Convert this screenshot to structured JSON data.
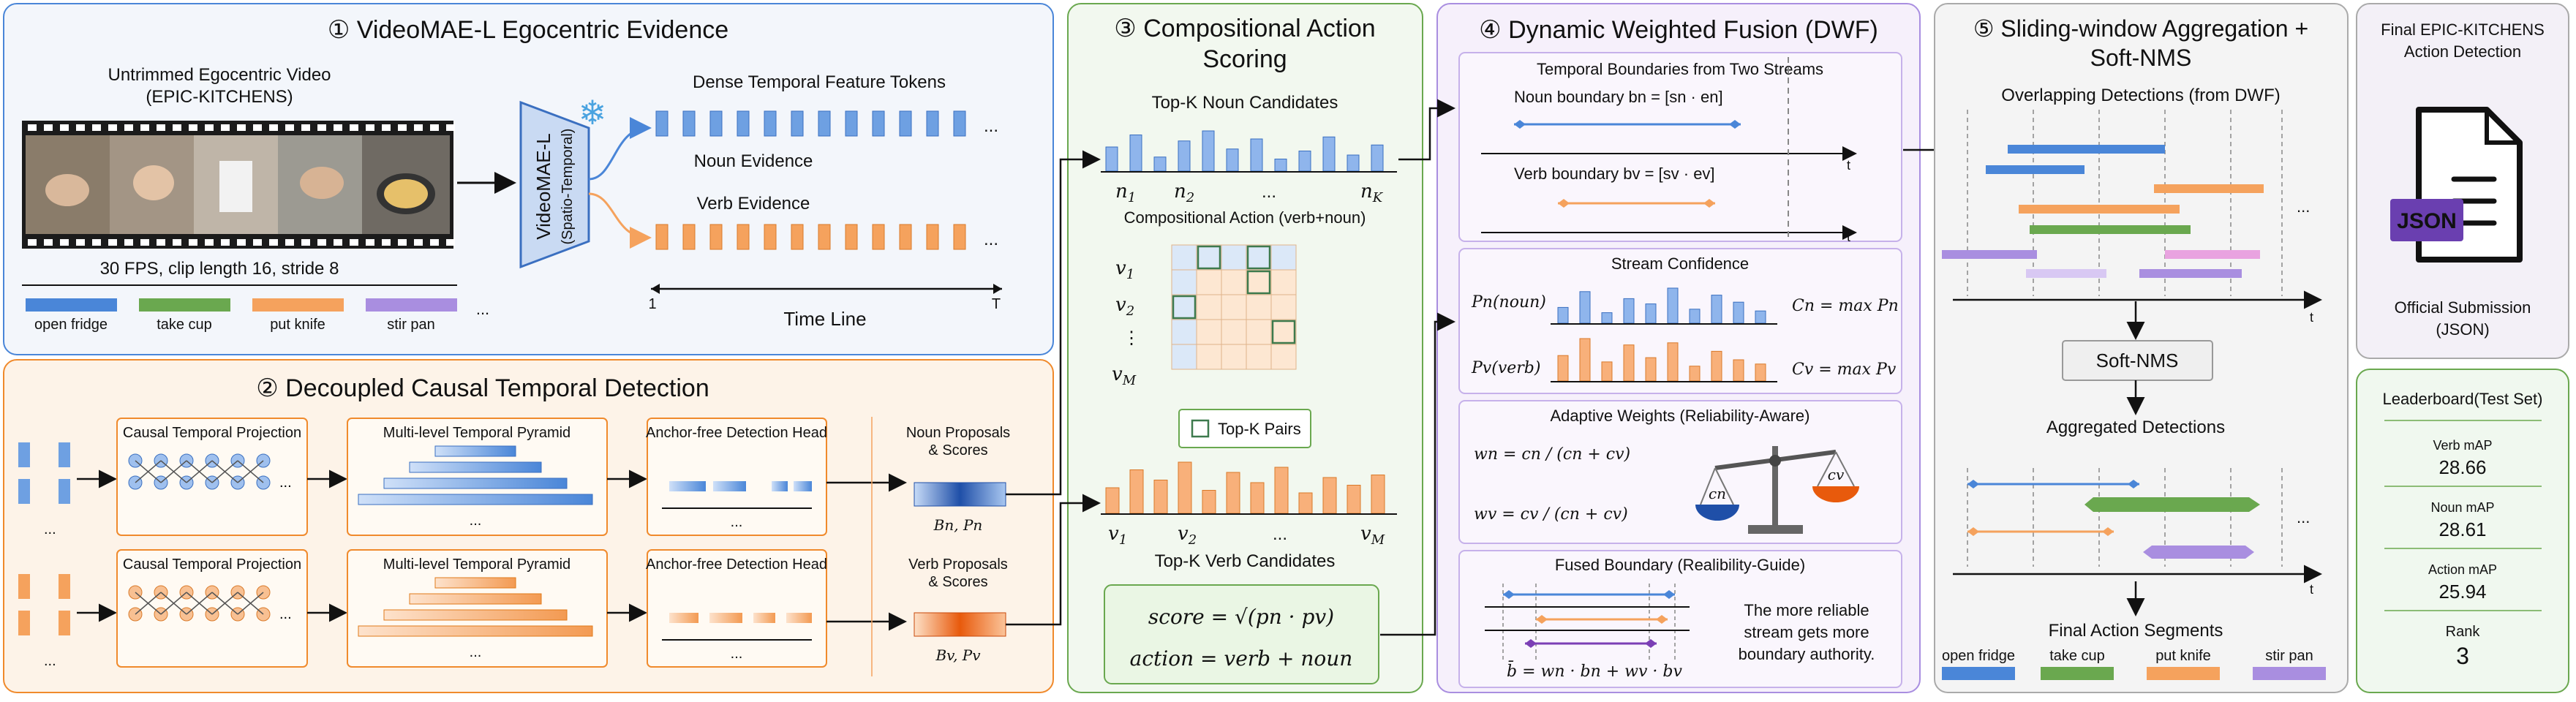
{
  "panel1": {
    "title": "① VideoMAE-L Egocentric Evidence",
    "video_title_1": "Untrimmed Egocentric Video",
    "video_title_2": "(EPIC-KITCHENS)",
    "video_caption": "30 FPS, clip length 16, stride 8",
    "encoder_label_1": "VideoMAE-L",
    "encoder_label_2": "(Spatio-Temporal)",
    "tokens_title": "Dense Temporal Feature Tokens",
    "noun_evidence": "Noun Evidence",
    "verb_evidence": "Verb Evidence",
    "timeline_start": "1",
    "timeline_end": "T",
    "timeline_label": "Time Line",
    "ellipsis": "...",
    "legend": [
      "open fridge",
      "take cup",
      "put knife",
      "stir pan"
    ]
  },
  "panel2": {
    "title": "② Decoupled Causal Temporal Detection",
    "projection_label": "Causal Temporal Projection",
    "pyramid_label": "Multi-level Temporal Pyramid",
    "head_label": "Anchor-free Detection Head",
    "noun_proposals": "Noun Proposals & Scores",
    "verb_proposals": "Verb Proposals & Scores",
    "noun_math": "Bn, Pn",
    "verb_math": "Bv, Pv",
    "ellipsis": "..."
  },
  "panel3": {
    "title_1": "③ Compositional Action",
    "title_2": "Scoring",
    "noun_candidates": "Top-K Noun Candidates",
    "noun_bars": [
      0.6,
      0.9,
      0.35,
      0.75,
      1.0,
      0.55,
      0.8,
      0.3,
      0.5,
      0.85,
      0.4,
      0.65
    ],
    "noun_ticks": [
      "n1",
      "n2",
      "...",
      "nK"
    ],
    "compositional_label": "Compositional Action (verb+noun)",
    "matrix_rows": [
      "v1",
      "v2",
      "⋮",
      "vM"
    ],
    "topk_pairs": "Top-K Pairs",
    "verb_bars": [
      0.5,
      0.85,
      0.65,
      1.0,
      0.45,
      0.8,
      0.6,
      0.9,
      0.4,
      0.7,
      0.55,
      0.75
    ],
    "verb_ticks": [
      "v1",
      "v2",
      "...",
      "vM"
    ],
    "verb_candidates": "Top-K Verb Candidates",
    "score_formula": "score = √(pn · pv)",
    "action_formula": "action = verb + noun"
  },
  "panel4": {
    "title": "④ Dynamic Weighted Fusion (DWF)",
    "boundaries_title": "Temporal Boundaries from Two Streams",
    "noun_boundary": "Noun boundary bn = [sn · en]",
    "verb_boundary": "Verb boundary bv = [sv · ev]",
    "axis_t": "t",
    "confidence_title": "Stream Confidence",
    "pn_label": "Pn(noun)",
    "pv_label": "Pv(verb)",
    "cn_label": "Cn = max Pn",
    "cv_label": "Cv = max Pv",
    "pn_bars": [
      0.45,
      0.9,
      0.3,
      0.7,
      0.55,
      1.0,
      0.4,
      0.8,
      0.6,
      0.35
    ],
    "pv_bars": [
      0.6,
      1.0,
      0.45,
      0.85,
      0.55,
      0.9,
      0.35,
      0.7,
      0.5,
      0.4
    ],
    "weights_title": "Adaptive Weights (Reliability-Aware)",
    "wn_formula": "wn = cn / (cn + cv)",
    "wv_formula": "wv = cv / (cn + cv)",
    "scale_left": "cn",
    "scale_right": "cv",
    "fused_title": "Fused Boundary (Realibility-Guide)",
    "fused_formula": "b̄ = wn · bn + wv · bv",
    "fused_note_1": "The more reliable",
    "fused_note_2": "stream gets more",
    "fused_note_3": "boundary authority."
  },
  "panel5": {
    "title_1": "⑤ Sliding-window Aggregation +",
    "title_2": "Soft-NMS",
    "overlap_label": "Overlapping Detections (from DWF)",
    "softnms": "Soft-NMS",
    "aggregated": "Aggregated Detections",
    "final_segments": "Final Action Segments",
    "axis_t": "t",
    "ellipsis": "...",
    "legend": [
      "open fridge",
      "take cup",
      "put knife",
      "stir pan"
    ]
  },
  "panel6": {
    "title_1": "Final EPIC-KITCHENS",
    "title_2": "Action Detection",
    "json_badge": "JSON",
    "submission_1": "Official Submission",
    "submission_2": "(JSON)"
  },
  "leaderboard": {
    "title": "Leaderboard(Test Set)",
    "verb_label": "Verb mAP",
    "verb_value": "28.66",
    "noun_label": "Noun mAP",
    "noun_value": "28.61",
    "action_label": "Action mAP",
    "action_value": "25.94",
    "rank_label": "Rank",
    "rank_value": "3"
  },
  "colors": {
    "blue": "#4a86d8",
    "green": "#6aa84f",
    "orange": "#f5a25d",
    "purple": "#a98ee0",
    "title_blue": "#2f6fd0",
    "title_orange": "#f07c1a",
    "title_green": "#3d9a3d",
    "title_purple": "#7b3fb5"
  }
}
